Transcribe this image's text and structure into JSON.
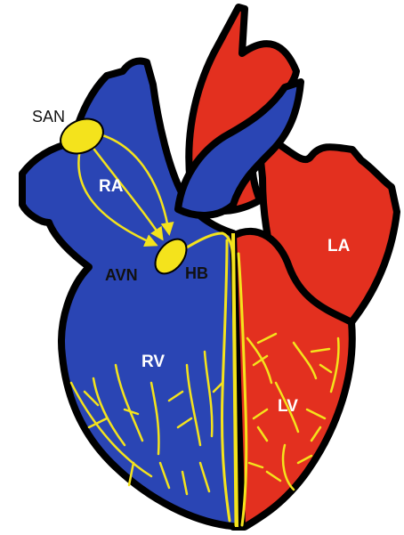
{
  "labels": {
    "san": "SAN",
    "ra": "RA",
    "avn": "AVN",
    "hb": "HB",
    "la": "LA",
    "rv": "RV",
    "lv": "LV"
  },
  "colors": {
    "deoxygenated": "#2a45b4",
    "oxygenated": "#e3301f",
    "conduction": "#f4e31c",
    "outline": "#000000"
  }
}
